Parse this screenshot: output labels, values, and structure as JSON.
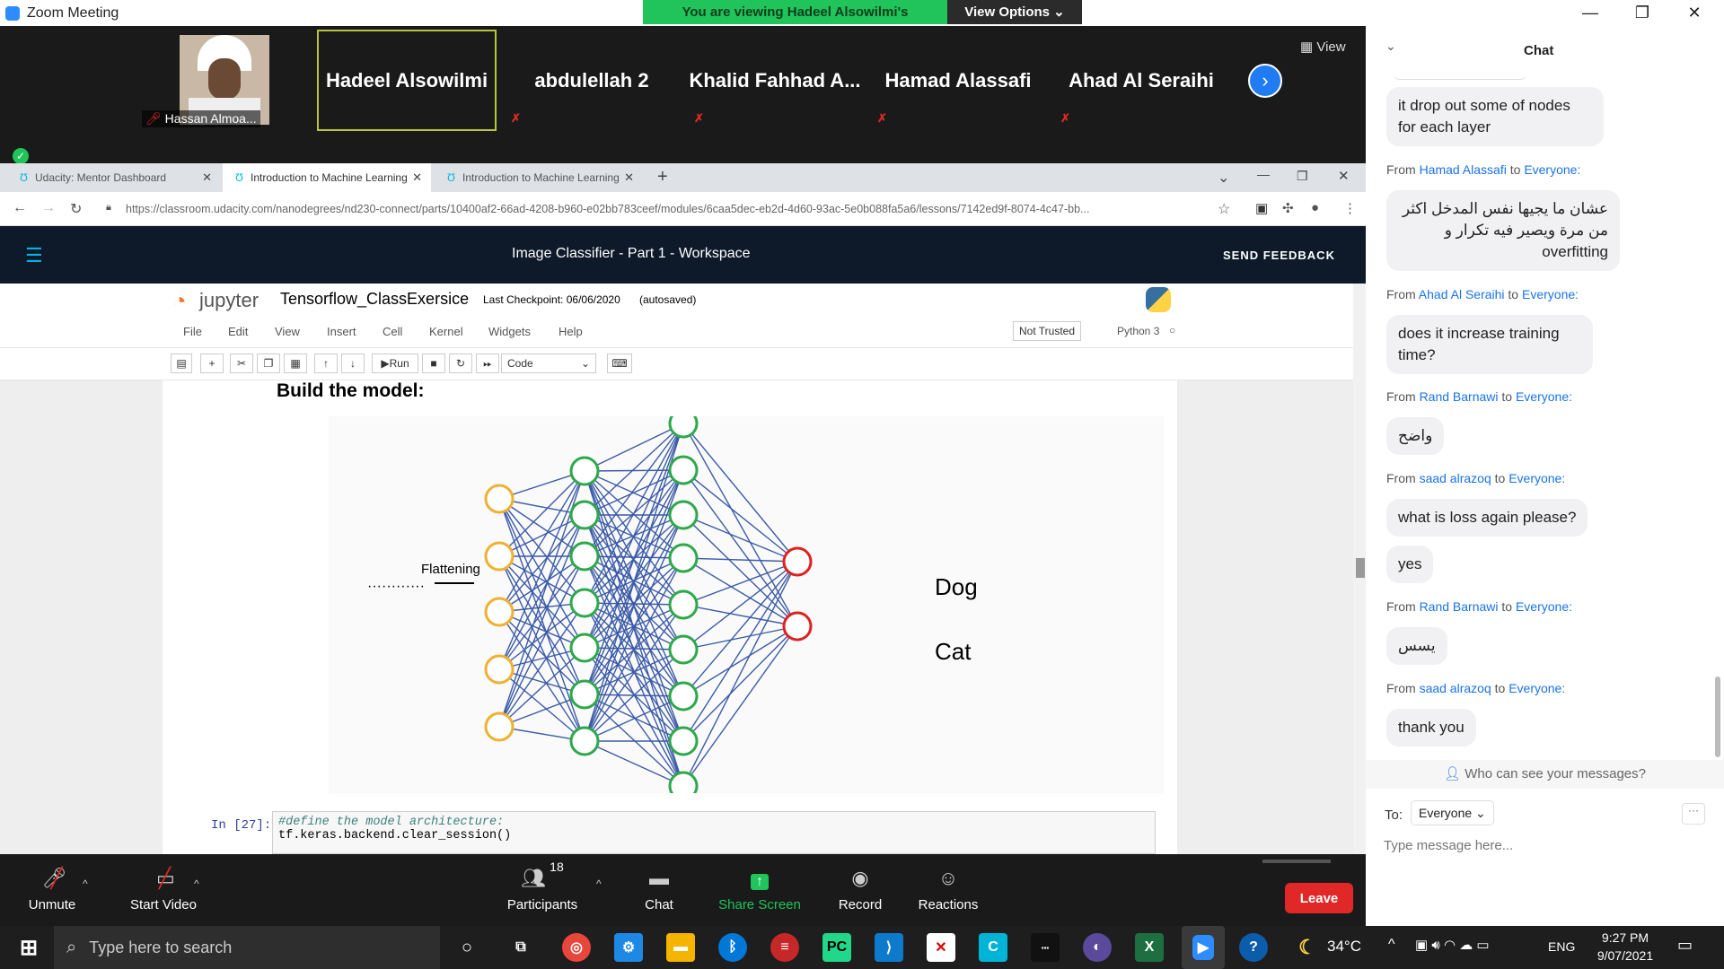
{
  "window": {
    "title": "Zoom Meeting",
    "banner": "You are viewing Hadeel Alsowilmi's screen",
    "view_options": "View Options"
  },
  "gallery": {
    "view_label": "View",
    "participants": [
      {
        "name": "Hassan Almoa..."
      },
      {
        "name": "Hadeel Alsowilmi"
      },
      {
        "name": "abdulellah 2"
      },
      {
        "name": "Khalid  Fahhad  A..."
      },
      {
        "name": "Hamad Alassafi"
      },
      {
        "name": "Ahad Al Seraihi"
      }
    ]
  },
  "browser": {
    "tabs": [
      {
        "label": "Udacity: Mentor Dashboard"
      },
      {
        "label": "Introduction to Machine Learning"
      },
      {
        "label": "Introduction to Machine Learning"
      }
    ],
    "url": "https://classroom.udacity.com/nanodegrees/nd230-connect/parts/10400af2-66ad-4208-b960-e02bb783ceef/modules/6caa5dec-eb2d-4d60-93ac-5e0b088fa5a6/lessons/7142ed9f-8074-4c47-bb..."
  },
  "udacity": {
    "title": "Image Classifier - Part 1 - Workspace",
    "feedback": "SEND FEEDBACK"
  },
  "jupyter": {
    "logo": "jupyter",
    "notebook": "Tensorflow_ClassExersice",
    "checkpoint": "Last Checkpoint: 06/06/2020",
    "autosaved": "(autosaved)",
    "menu": [
      "File",
      "Edit",
      "View",
      "Insert",
      "Cell",
      "Kernel",
      "Widgets",
      "Help"
    ],
    "not_trusted": "Not Trusted",
    "kernel": "Python 3",
    "run": "Run",
    "cell_type": "Code",
    "heading": "Build the model:",
    "figure": {
      "flatten_label": "Flattening",
      "outputs": [
        "Dog",
        "Cat"
      ]
    },
    "cell": {
      "prompt": "In [27]:",
      "line1": "#define the model architecture:",
      "line2": "tf.keras.backend.clear_session()"
    }
  },
  "controls": {
    "unmute": "Unmute",
    "start_video": "Start Video",
    "participants": "Participants",
    "participant_count": "18",
    "chat": "Chat",
    "share": "Share Screen",
    "record": "Record",
    "reactions": "Reactions",
    "leave": "Leave"
  },
  "chat": {
    "title": "Chat",
    "who": "Who can see your messages?",
    "to_label": "To:",
    "to_value": "Everyone",
    "placeholder": "Type message here...",
    "m0": "it drop out some of nodes for each layer",
    "f1": "Hamad Alassafi",
    "m1": "عشان ما يجيها نفس المدخل اكثر من مرة ويصير فيه تكرار و overfitting",
    "f2": "Ahad Al Seraihi",
    "m2": "does it increase training time?",
    "f3": "Rand Barnawi",
    "m3": "واضح",
    "f4": "saad alrazoq",
    "m4": "what is loss again please?",
    "m5": "yes",
    "f6": "Rand Barnawi",
    "m6": "يسس",
    "f7": "saad alrazoq",
    "m7": "thank you",
    "from": "From",
    "to": "to",
    "everyone": "Everyone:"
  },
  "taskbar": {
    "search": "Type here to search",
    "temp": "34°C",
    "lang": "ENG",
    "time": "9:27 PM",
    "date": "9/07/2021"
  }
}
